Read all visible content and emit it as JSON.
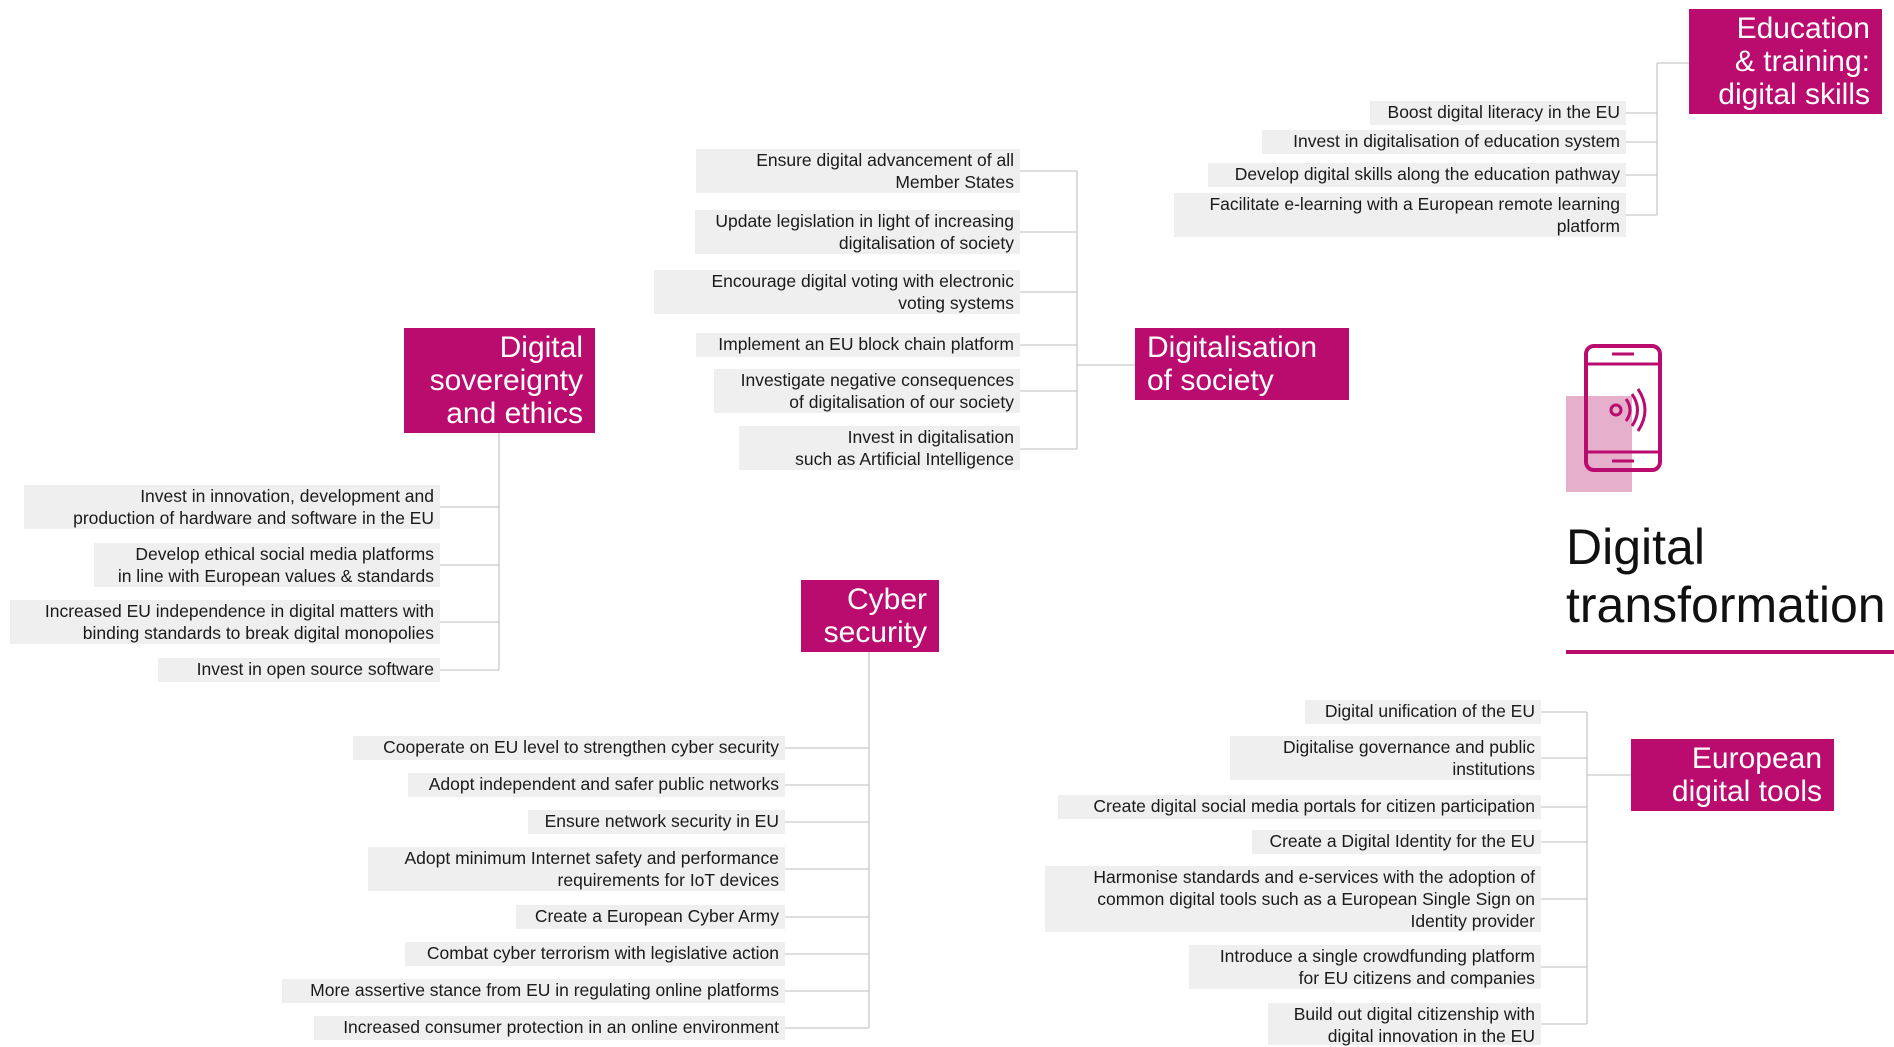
{
  "title": "Digital\ntransformation",
  "colors": {
    "accent": "#ba0c6f",
    "item_bg": "#efefef",
    "connector": "#c9c9c9",
    "icon_tint": "#e6b0cc"
  },
  "icon": "smartphone-signal-icon",
  "groups": {
    "education": {
      "label": "Education\n& training:\ndigital skills",
      "items": [
        "Boost digital literacy in the EU",
        "Invest in digitalisation of education system",
        "Develop digital skills along the education pathway",
        "Facilitate e-learning with a European remote learning\nplatform"
      ]
    },
    "society": {
      "label": "Digitalisation\nof society",
      "items": [
        "Ensure digital advancement of all\nMember States",
        "Update legislation in light of increasing\ndigitalisation of society",
        "Encourage digital voting with electronic\nvoting systems",
        "Implement an EU block chain platform",
        "Investigate negative consequences\nof digitalisation of our society",
        "Invest in digitalisation\nsuch as Artificial Intelligence"
      ]
    },
    "sovereignty": {
      "label": "Digital\nsovereignty\nand ethics",
      "items": [
        "Invest in innovation, development and\nproduction of hardware and software in the EU",
        "Develop ethical social media platforms\nin line with European values & standards",
        "Increased EU independence in digital matters with\nbinding standards to break digital monopolies",
        "Invest in open source software"
      ]
    },
    "cyber": {
      "label": "Cyber\nsecurity",
      "items": [
        "Cooperate on EU level to strengthen cyber security",
        "Adopt independent and safer public networks",
        "Ensure network security in EU",
        "Adopt minimum Internet safety and performance\nrequirements for IoT devices",
        "Create a European Cyber Army",
        "Combat cyber terrorism with legislative action",
        "More assertive stance from EU in regulating online platforms",
        "Increased consumer protection in an online environment"
      ]
    },
    "tools": {
      "label": "European\ndigital tools",
      "items": [
        "Digital unification of the EU",
        "Digitalise governance and public\ninstitutions",
        "Create digital social media portals for citizen participation",
        "Create a Digital Identity for the EU",
        "Harmonise standards and e-services with the adoption of\ncommon digital tools such as a European Single Sign on\nIdentity provider",
        "Introduce a single crowdfunding platform\nfor EU citizens and companies",
        "Build out digital citizenship with\ndigital innovation in the EU"
      ]
    }
  }
}
